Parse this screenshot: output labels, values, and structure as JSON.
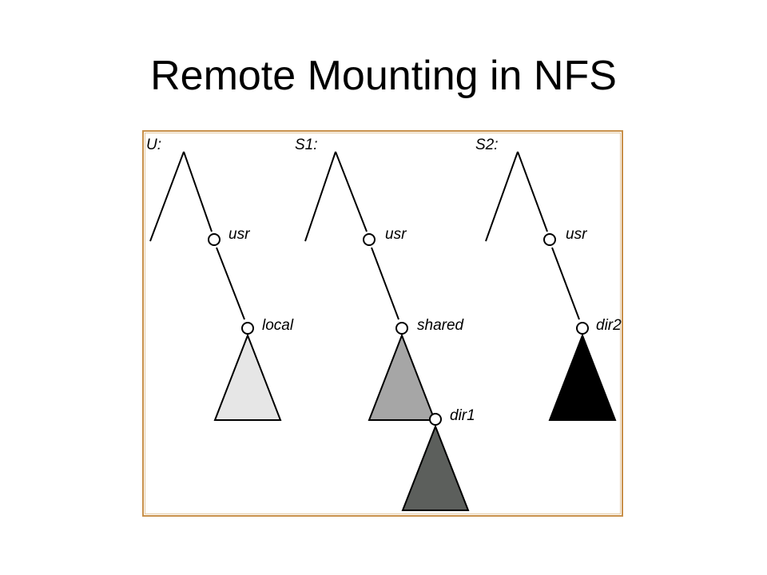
{
  "slide": {
    "title": "Remote Mounting in NFS"
  },
  "diagram": {
    "trees": [
      {
        "name": "U:",
        "usr_label": "usr",
        "leaf_label": "local",
        "subtree_color": "#e6e6e6"
      },
      {
        "name": "S1:",
        "usr_label": "usr",
        "leaf_label": "shared",
        "subtree_color": "#a6a6a6"
      },
      {
        "name": "S2:",
        "usr_label": "usr",
        "leaf_label": "dir2",
        "subtree_color": "#000000"
      }
    ],
    "mounted": {
      "label": "dir1",
      "subtree_color": "#5c5f5c"
    },
    "frame_color": "#c8904a"
  }
}
